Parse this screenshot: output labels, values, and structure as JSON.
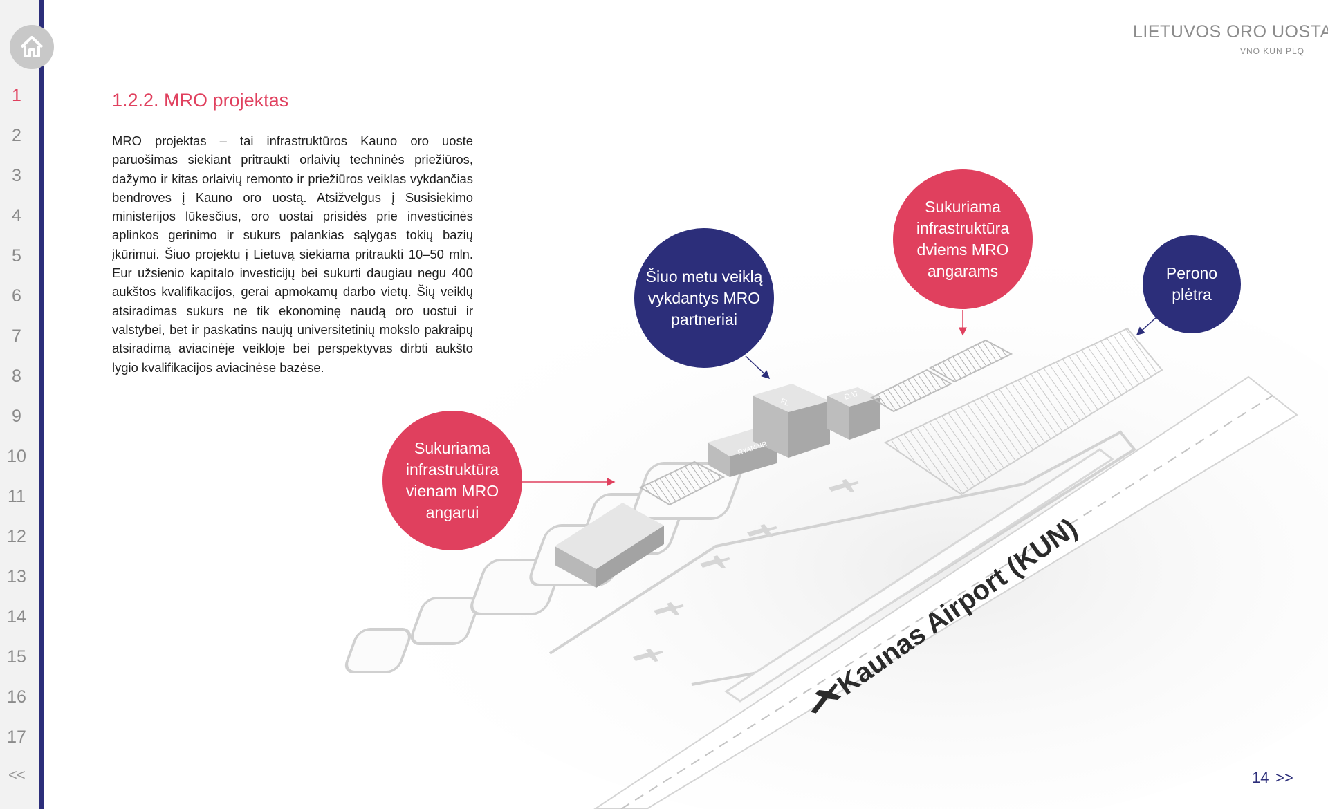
{
  "logo": {
    "title": "LIETUVOS ORO UOSTAI",
    "codes": "VNO KUN PLQ"
  },
  "sidebar": {
    "items": [
      "1",
      "2",
      "3",
      "4",
      "5",
      "6",
      "7",
      "8",
      "9",
      "10",
      "11",
      "12",
      "13",
      "14",
      "15",
      "16",
      "17"
    ],
    "active_index": 0,
    "prev_label": "<<"
  },
  "section": {
    "title": "1.2.2. MRO projektas",
    "body": "MRO projektas – tai infrastruktūros Kauno oro uoste paruošimas siekiant pritraukti orlaivių techninės priežiūros, dažymo ir kitas orlaivių remonto ir priežiūros veiklas vykdančias bendroves į Kauno oro uostą. Atsižvelgus į Susisiekimo ministerijos lūkesčius, oro uostai prisidės prie investicinės aplinkos gerinimo ir sukurs palankias sąlygas tokių bazių įkūrimui. Šiuo projektu į Lietuvą siekiama pritraukti 10–50 mln. Eur užsienio kapitalo investicijų bei sukurti daugiau negu 400 aukštos kvalifikacijos, gerai apmokamų darbo vietų. Šių veiklų atsiradimas sukurs ne tik ekonominę naudą oro uostui ir valstybei, bet ir paskatins naujų universitetinių mokslo pakraipų atsiradimą aviacinėje veikloje bei perspektyvas dirbti aukšto lygio kvalifikacijos aviacinėse bazėse."
  },
  "diagram": {
    "airport_label": "Kaunas Airport (KUN)",
    "building_labels": {
      "ryanair": "RYANAIR",
      "fl": "FL",
      "dat": "DAT"
    },
    "bubbles": {
      "one_hangar": "Sukuriama infrastruktūra vienam MRO angarui",
      "partners": "Šiuo metu veiklą vykdantys MRO partneriai",
      "two_hangars": "Sukuriama infrastruktūra dviems MRO angarams",
      "apron": "Perono plėtra"
    },
    "colors": {
      "pink": "#e0405e",
      "navy": "#2c2e7a"
    }
  },
  "footer": {
    "page": "14",
    "next_label": ">>"
  }
}
